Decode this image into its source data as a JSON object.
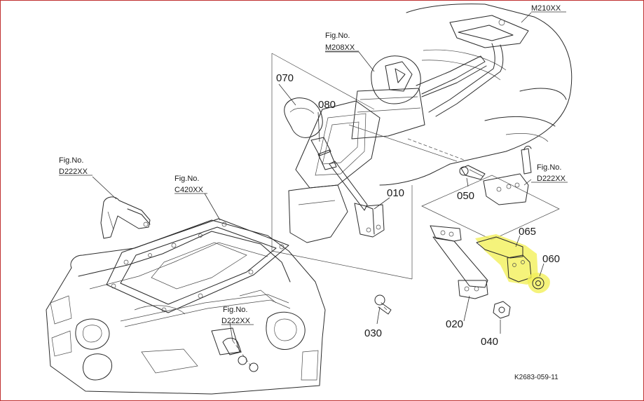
{
  "colors": {
    "frame_border": "#c03030",
    "highlight": "#f3f05a",
    "ink": "#2a2a2a"
  },
  "figure_refs": {
    "m210": "M210XX",
    "m208_fig": "Fig.No.",
    "m208": "M208XX",
    "d222_left_fig": "Fig.No.",
    "d222_left": "D222XX",
    "c420_fig": "Fig.No.",
    "c420": "C420XX",
    "d222_right_fig": "Fig.No.",
    "d222_right": "D222XX",
    "d222_bottom_fig": "Fig.No.",
    "d222_bottom": "D222XX"
  },
  "parts": {
    "p010": "010",
    "p020": "020",
    "p030": "030",
    "p040": "040",
    "p050": "050",
    "p060": "060",
    "p065": "065",
    "p070": "070",
    "p080": "080"
  },
  "drawing_code": "K2683-059-11"
}
